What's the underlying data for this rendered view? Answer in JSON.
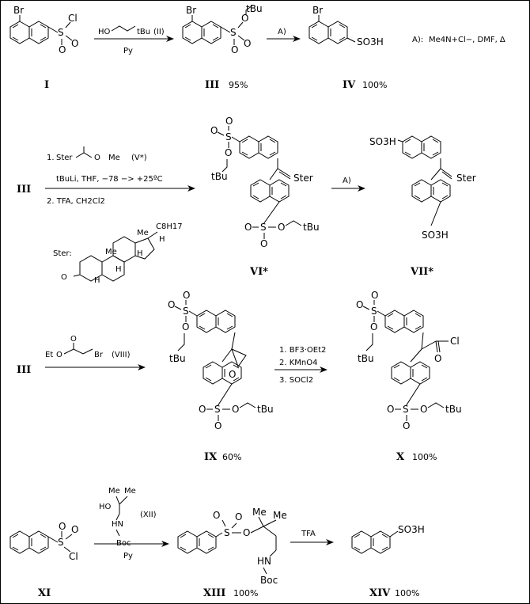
{
  "colors": {
    "ink": "#000000",
    "paper": "#ffffff"
  },
  "compounds": {
    "I": {
      "label": "I"
    },
    "III": {
      "label": "III",
      "yield": "95%"
    },
    "IV": {
      "label": "IV",
      "yield": "100%"
    },
    "VI": {
      "label": "VI*"
    },
    "VII": {
      "label": "VII*"
    },
    "IX": {
      "label": "IX",
      "yield": "60%"
    },
    "X": {
      "label": "X",
      "yield": "100%"
    },
    "XI": {
      "label": "XI"
    },
    "XIII": {
      "label": "XIII",
      "yield": "100%"
    },
    "XIV": {
      "label": "XIV",
      "yield": "100%"
    }
  },
  "atoms": {
    "br": "Br",
    "cl": "Cl",
    "so3h": "SO3H",
    "tbu": "tBu",
    "me": "Me",
    "ster": "Ster",
    "ho": "HO",
    "hn": "HN",
    "boc": "Boc",
    "eto": "Et",
    "h": "H",
    "c8h17": "C8H17",
    "s": "S",
    "o": "O"
  },
  "reagents": {
    "step1_reagent": "(II)",
    "step1_base": "Py",
    "stepA": "A)",
    "legendA_label": "A):",
    "legendA_text": "Me4N+Cl−, DMF, Δ",
    "row2_start": "III",
    "step2_line1": "1.",
    "step2_cmpd": "(V*)",
    "step2_line2": "tBuLi, THF, −78 −> +25ºC",
    "step2_line3": "2. TFA, CH2Cl2",
    "ster_label": "Ster:",
    "row3_start": "III",
    "step3_cmpd": "(VIII)",
    "step4_line1": "1. BF3·OEt2",
    "step4_line2": "2. KMnO4",
    "step4_line3": "3. SOCl2",
    "step5_cmpd": "(XII)",
    "step5_base": "Py",
    "step6": "TFA"
  }
}
